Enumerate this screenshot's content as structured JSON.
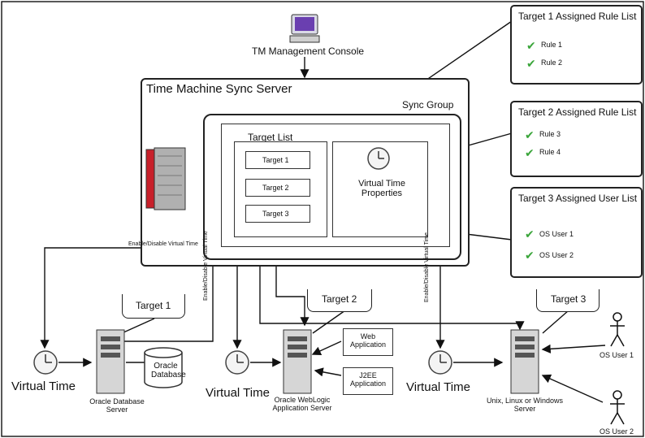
{
  "console": {
    "label": "TM Management Console"
  },
  "sync_server": {
    "title": "Time Machine Sync Server"
  },
  "sync_group": {
    "title": "Sync Group"
  },
  "target_list": {
    "title": "Target List",
    "items": [
      "Target 1",
      "Target 2",
      "Target 3"
    ]
  },
  "vt_properties": {
    "label": "Virtual Time Properties"
  },
  "rule_lists": [
    {
      "title": "Target 1 Assigned Rule List",
      "items": [
        "Rule 1",
        "Rule 2"
      ]
    },
    {
      "title": "Target 2 Assigned Rule List",
      "items": [
        "Rule 3",
        "Rule 4"
      ]
    },
    {
      "title": "Target 3 Assigned User List",
      "items": [
        "OS User 1",
        "OS User 2"
      ]
    }
  ],
  "enable_label": "Enable/Disable Virtual Time",
  "bottom": {
    "target_tabs": [
      "Target 1",
      "Target 2",
      "Target 3"
    ],
    "virtual_time": "Virtual Time",
    "oracle_db_label": "Oracle Database",
    "oracle_db_server": "Oracle Database Server",
    "weblogic_server": "Oracle WebLogic Application Server",
    "web_application": "Web Application",
    "j2ee_application": "J2EE Application",
    "unix_server": "Unix, Linux or Windows Server",
    "os_user_1": "OS User 1",
    "os_user_2": "OS User 2"
  },
  "colors": {
    "check_green": "#3aa53a",
    "server_red": "#c8202a",
    "line": "#111111"
  }
}
